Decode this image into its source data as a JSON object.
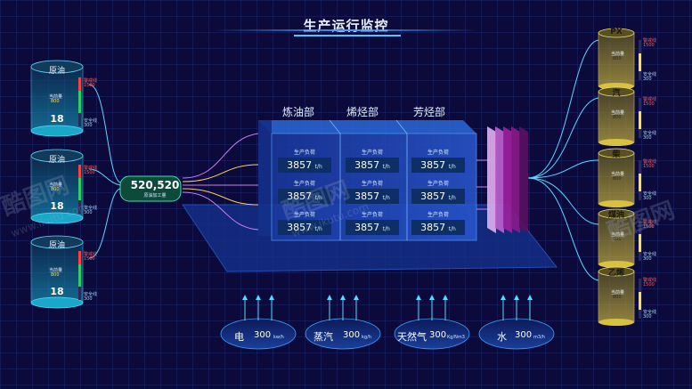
{
  "header": {
    "title": "生产运行监控"
  },
  "raw_tanks": [
    {
      "name": "原油",
      "value": "18",
      "gauge": "800",
      "high_label": "警戒线",
      "high_value": "1500",
      "mid_label": "当前量",
      "low_label": "安全线",
      "low_value": "300"
    },
    {
      "name": "原油",
      "value": "18",
      "gauge": "800",
      "high_label": "警戒线",
      "high_value": "1500",
      "mid_label": "当前量",
      "low_label": "安全线",
      "low_value": "300"
    },
    {
      "name": "原油",
      "value": "18",
      "gauge": "800",
      "high_label": "警戒线",
      "high_value": "1500",
      "mid_label": "当前量",
      "low_label": "安全线",
      "low_value": "300"
    }
  ],
  "hub": {
    "value": "520,520",
    "label": "原油加工量"
  },
  "departments": [
    {
      "name": "炼油部",
      "cells": [
        {
          "title": "生产负荷",
          "value": "3857",
          "unit": "t/h"
        },
        {
          "title": "生产负荷",
          "value": "3857",
          "unit": "t/h"
        },
        {
          "title": "生产负荷",
          "value": "3857",
          "unit": "t/h"
        }
      ]
    },
    {
      "name": "烯烃部",
      "cells": [
        {
          "title": "生产负荷",
          "value": "3857",
          "unit": "t/h"
        },
        {
          "title": "生产负荷",
          "value": "3857",
          "unit": "t/h"
        },
        {
          "title": "生产负荷",
          "value": "3857",
          "unit": "t/h"
        }
      ]
    },
    {
      "name": "芳烃部",
      "cells": [
        {
          "title": "生产负荷",
          "value": "3857",
          "unit": "t/h"
        },
        {
          "title": "生产负荷",
          "value": "3857",
          "unit": "t/h"
        },
        {
          "title": "生产负荷",
          "value": "3857",
          "unit": "t/h"
        }
      ]
    }
  ],
  "utilities": [
    {
      "name": "电",
      "value": "300",
      "unit": "kw/h"
    },
    {
      "name": "蒸汽",
      "value": "300",
      "unit": "kg/h"
    },
    {
      "name": "天然气",
      "value": "300",
      "unit": "Kg/Nm3"
    },
    {
      "name": "水",
      "value": "300",
      "unit": "m3/h"
    }
  ],
  "products": [
    {
      "name": "PX",
      "mid_label": "当前量",
      "mid_value": "800",
      "high_label": "警戒线",
      "high_value": "1500",
      "low_label": "安全线",
      "low_value": "300"
    },
    {
      "name": "汽",
      "mid_label": "当前量",
      "mid_value": "800",
      "high_label": "警戒线",
      "high_value": "1500",
      "low_label": "安全线",
      "low_value": "300"
    },
    {
      "name": "柴",
      "mid_label": "当前量",
      "mid_value": "800",
      "high_label": "警戒线",
      "high_value": "1500",
      "low_label": "安全线",
      "low_value": "300"
    },
    {
      "name": "煤油",
      "mid_label": "当前量",
      "mid_value": "800",
      "high_label": "警戒线",
      "high_value": "1500",
      "low_label": "安全线",
      "low_value": "300"
    },
    {
      "name": "乙烯",
      "mid_label": "当前量",
      "mid_value": "800",
      "high_label": "警戒线",
      "high_value": "1500",
      "low_label": "安全线",
      "low_value": "300"
    }
  ],
  "watermark": {
    "text": "酷图网",
    "url": "www.ikutu.com"
  },
  "colors": {
    "background": "#0b0a3a",
    "accent": "#3fa0ff",
    "tank_cyan": "#27c0e0",
    "product_yellow": "#d8c040",
    "pipe_purple": "#c77ff0",
    "filter_magenta": "#a020a0"
  }
}
